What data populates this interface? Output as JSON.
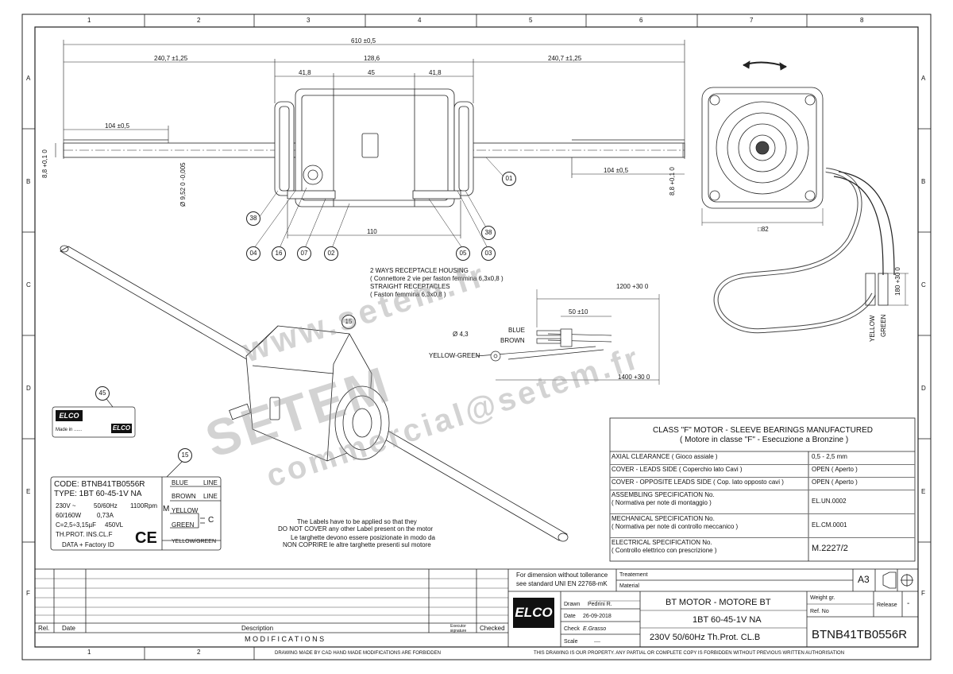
{
  "grid": {
    "columns": [
      "1",
      "2",
      "3",
      "4",
      "5",
      "6",
      "7",
      "8"
    ],
    "rows": [
      "A",
      "B",
      "C",
      "D",
      "E",
      "F"
    ]
  },
  "dimensions": {
    "overall": "610 ±0,5",
    "left_shaft": "240,7 ±1,25",
    "body": "128,6",
    "right_shaft": "240,7 ±1,25",
    "seg_left": "41,8",
    "seg_mid": "45",
    "seg_right": "41,8",
    "left_flat": "104 ±0,5",
    "right_flat": "104 ±0,5",
    "left_flat_depth": "8,8 +0,1 0",
    "shaft_dia": "Ø 9,52 0 -0,005",
    "right_flat_depth": "8,8 +0,1 0",
    "mount_span": "110",
    "square": "□82",
    "lead_180": "180 +30 0",
    "lead_1200": "1200 +30 0",
    "lead_50": "50 ±10",
    "lead_1400": "1400 +30 0",
    "eyelet_dia": "Ø 4,3"
  },
  "balloons": {
    "b01": "01",
    "b38a": "38",
    "b04": "04",
    "b16": "16",
    "b07": "07",
    "b02": "02",
    "b05": "05",
    "b03": "03",
    "b38b": "38",
    "b15a": "15",
    "b45": "45",
    "b15b": "15"
  },
  "receptacle": {
    "line1": "2 WAYS RECEPTACLE HOUSING",
    "line2": "( Connettore 2 vie per faston femmina 6,3x0,8 )",
    "line3": "STRAIGHT RECEPTACLES",
    "line4": "( Faston femmina 6,3x0,8 )",
    "blue": "BLUE",
    "brown": "BROWN",
    "yellow_green": "YELLOW-GREEN",
    "yellow": "YELLOW",
    "green": "GREEN"
  },
  "label_note": {
    "l1": "The Labels have to be applied so that they",
    "l2": "DO NOT COVER any other Label present on the motor",
    "l3": "Le targhette devono essere posizionate in modo da",
    "l4": "NON COPRIRE le altre targhette presenti sul motore"
  },
  "nameplate": {
    "code": "CODE: BTNB41TB0556R",
    "type": "TYPE:  1BT 60-45-1V NA",
    "volt": "230V  ~",
    "freq": "50/60Hz",
    "rpm": "1100Rpm",
    "power": "60/160W",
    "current": "0,73A",
    "cap": "C=2,5÷3,15µF",
    "cap_v": "450VL",
    "prot": "TH.PROT.   INS.CL.F",
    "data": "DATA + Factory ID",
    "ce": "CE",
    "w_blue": "BLUE",
    "w_line1": "LINE",
    "w_brown": "BROWN",
    "w_line2": "LINE",
    "m": "M",
    "w_yellow": "YELLOW",
    "w_green": "GREEN",
    "c": "C",
    "w_yg": "YELLOW/GREEN"
  },
  "small_label": {
    "made_in": "Made in ......"
  },
  "spec": {
    "title1": "CLASS \"F\" MOTOR - SLEEVE BEARINGS MANUFACTURED",
    "title2": "( Motore in classe \"F\" - Esecuzione a Bronzine )",
    "rows": [
      {
        "k1": "AXIAL CLEARANCE ( Gioco assiale )",
        "k2": "",
        "v": "0,5 - 2,5 mm"
      },
      {
        "k1": "COVER  -  LEADS SIDE ( Coperchio lato Cavi )",
        "k2": "",
        "v": "OPEN ( Aperto )"
      },
      {
        "k1": "COVER  -  OPPOSITE LEADS SIDE ( Cop. lato opposto cavi )",
        "k2": "",
        "v": "OPEN ( Aperto )"
      },
      {
        "k1": "ASSEMBLING SPECIFICATION No.",
        "k2": "( Normativa per note di montaggio )",
        "v": "EL.UN.0002"
      },
      {
        "k1": "MECHANICAL SPECIFICATION No.",
        "k2": "( Normativa per note di controllo meccanico )",
        "v": "EL.CM.0001"
      },
      {
        "k1": "ELECTRICAL SPECIFICATION No.",
        "k2": "( Controllo elettrico con prescrizione )",
        "v": "M.2227/2"
      }
    ]
  },
  "titleblock": {
    "tol1": "For dimension without tollerance",
    "tol2": "see standard UNI EN 22768-mK",
    "treatement": "Treatement",
    "material": "Material",
    "size": "A3",
    "logo": "ELCO",
    "drawn_lbl": "Drawn",
    "drawn_val": "Pedrini R.",
    "date_lbl": "Date",
    "date_val": "26-09-2018",
    "check_lbl": "Check",
    "check_val": "E.Grasso",
    "scale_lbl": "Scale",
    "scale_val": "----",
    "title1": "BT MOTOR   -   MOTORE BT",
    "title2": "1BT 60-45-1V NA",
    "title3": "230V   50/60Hz   Th.Prot.   CL.B",
    "weight": "Weight gr.",
    "refno": "Ref. No",
    "release": "Release",
    "release_val": "-",
    "code": "BTNB41TB0556R",
    "rel": "Rel.",
    "date": "Date",
    "description": "Description",
    "executor": "Executor signature",
    "checked": "Checked",
    "modifications": "M O D I F I C A T I O N S",
    "footer_left": "DRAWING MADE BY CAD HAND MADE MODIFICATIONS ARE FORBIDDEN",
    "footer_right": "THIS DRAWING IS OUR PROPERTY. ANY PARTIAL OR COMPLETE COPY IS FORBIDDEN WITHOUT PREVIOUS WRITTEN AUTHORISATION"
  },
  "watermark": {
    "w1": "www.setem.fr",
    "w2": "SETEM",
    "w3": "commercial@setem.fr"
  }
}
